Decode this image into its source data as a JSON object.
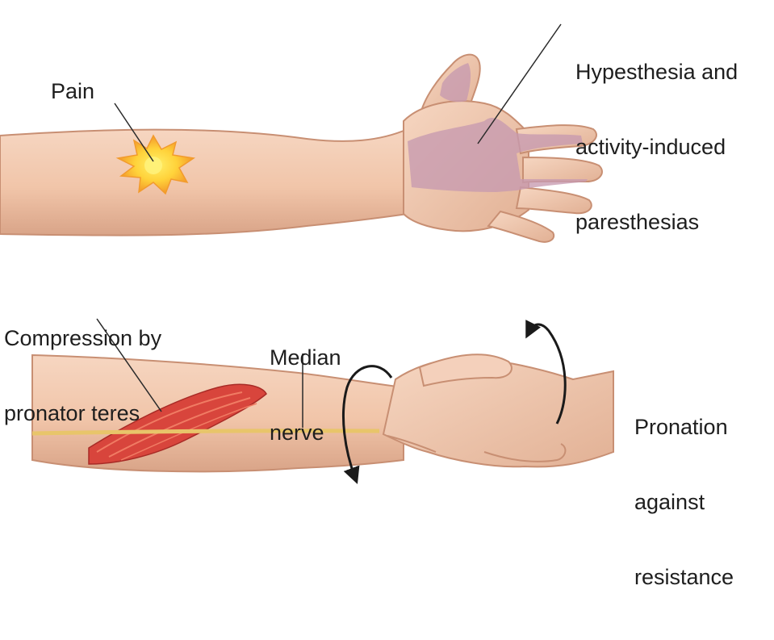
{
  "labels": {
    "pain": "Pain",
    "hypoesthesia": [
      "Hypesthesia and",
      "activity-induced",
      "paresthesias"
    ],
    "compression": [
      "Compression by",
      "pronator teres"
    ],
    "median": [
      "Median",
      "nerve"
    ],
    "pronation": [
      "Pronation",
      "against",
      "resistance"
    ]
  },
  "colors": {
    "skin": "#f3cbb2",
    "skin_shadow": "#d9a488",
    "numb_zone": "#c99bb0",
    "pain_burst": "#f7b23a",
    "pain_core": "#ffe05a",
    "muscle": "#d9443a",
    "nerve": "#e6c46a",
    "leader": "#2a2a2a"
  },
  "icons": [
    "pain-burst-icon",
    "rotation-arrow-icon"
  ]
}
